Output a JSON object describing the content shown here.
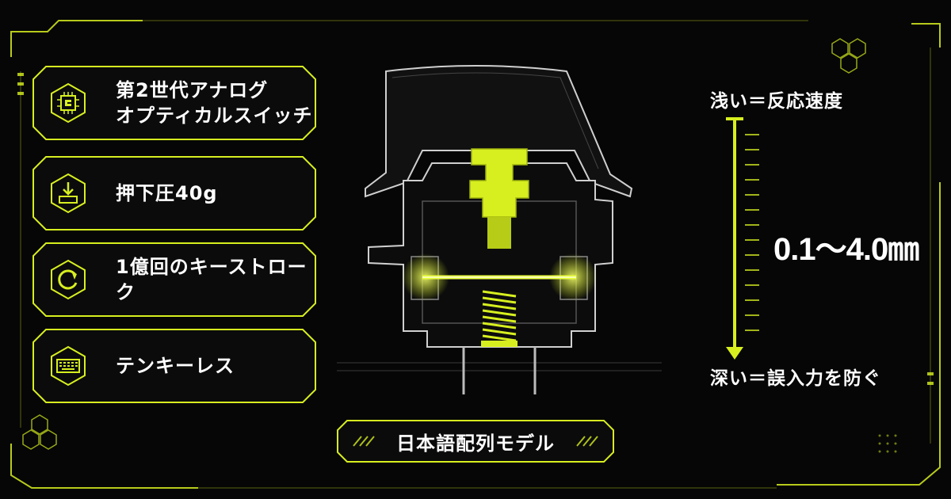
{
  "colors": {
    "accent": "#d7ef1f",
    "background": "#060606",
    "text": "#ffffff"
  },
  "features": [
    {
      "icon": "chip-icon",
      "lines": [
        "第2世代アナログ",
        "オプティカルスイッチ"
      ]
    },
    {
      "icon": "keypress-icon",
      "lines": [
        "押下圧40g"
      ]
    },
    {
      "icon": "refresh-icon",
      "lines": [
        "1億回のキーストローク"
      ]
    },
    {
      "icon": "keyboard-icon",
      "lines": [
        "テンキーレス"
      ]
    }
  ],
  "scale": {
    "top_label": "浅い＝反応速度",
    "bottom_label": "深い＝誤入力を防ぐ",
    "range": "0.1〜4.0㎜"
  },
  "badge": {
    "label": "日本語配列モデル"
  }
}
